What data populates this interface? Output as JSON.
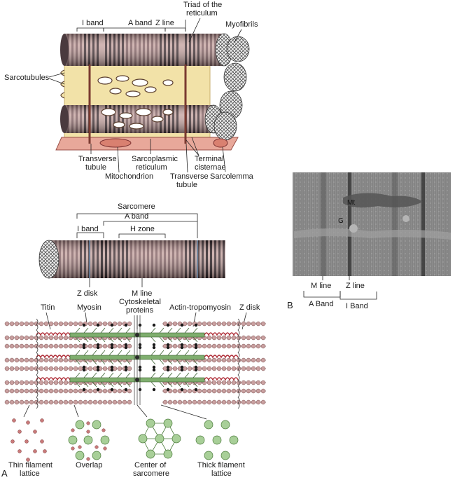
{
  "top_labels": {
    "i_band": "I band",
    "a_band": "A band",
    "z_line": "Z line",
    "triad_1": "Triad of the",
    "triad_2": "reticulum",
    "myofibrils": "Myofibrils",
    "sarcotubules": "Sarcotubules",
    "transverse_tubule_1": "Transverse",
    "transverse_tubule_2": "tubule",
    "sarcoplasmic_1": "Sarcoplasmic",
    "sarcoplasmic_2": "reticulum",
    "terminal_1": "Terminal",
    "terminal_2": "cisternae",
    "mitochondrion": "Mitochondrion",
    "transverse_tubule_b1": "Transverse",
    "transverse_tubule_b2": "tubule",
    "sarcolemma": "Sarcolemma"
  },
  "sarcomere_labels": {
    "sarcomere": "Sarcomere",
    "a_band": "A band",
    "i_band": "I band",
    "h_zone": "H zone",
    "z_disk": "Z disk",
    "m_line": "M line"
  },
  "filament_labels": {
    "titin": "Titin",
    "myosin": "Myosin",
    "cyto_1": "Cytoskeletal",
    "cyto_2": "proteins",
    "actin": "Actin-tropomyosin",
    "z_disk": "Z disk"
  },
  "lattice_labels": {
    "thin_1": "Thin filament",
    "thin_2": "lattice",
    "overlap": "Overlap",
    "center_1": "Center of",
    "center_2": "sarcomere",
    "thick_1": "Thick filament",
    "thick_2": "lattice"
  },
  "micrograph_labels": {
    "mt": "Mt",
    "g": "G",
    "m_line": "M line",
    "z_line": "Z line",
    "a_band": "A Band",
    "i_band": "I Band"
  },
  "panel_labels": {
    "a": "A",
    "b": "B"
  },
  "colors": {
    "dark_band": "#4a3a3e",
    "light_band": "#c9a9a6",
    "mid_band": "#8a6a6c",
    "reticulum": "#f2e2a8",
    "ttubule": "#e8a89a",
    "myosin": "#7fae6e",
    "titin": "#b0303a",
    "actin_bead": "#c9a0a0",
    "lattice_fill": "#a8cf98",
    "micrograph": "#8e8e8e"
  }
}
